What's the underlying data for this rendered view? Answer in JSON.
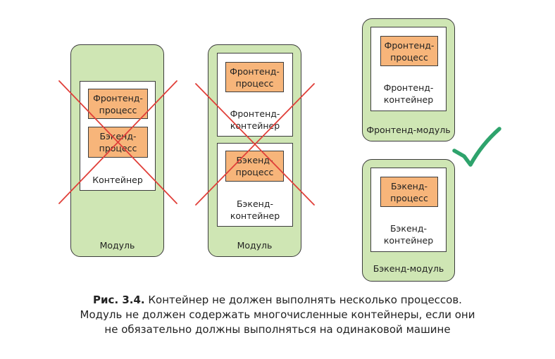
{
  "colors": {
    "pod_fill": "#cfe6b4",
    "process_fill": "#f7b57a",
    "cross": "#e0403a",
    "check": "#2ea36c"
  },
  "left_pod": {
    "frontend_process": "Фронтенд-\nпроцесс",
    "backend_process": "Бэкенд-\nпроцесс",
    "container_label": "Контейнер",
    "pod_label": "Модуль",
    "status": "cross-icon"
  },
  "middle_pod": {
    "frontend_process": "Фронтенд-\nпроцесс",
    "frontend_container_label": "Фронтенд-\nконтейнер",
    "backend_process": "Бэкенд-\nпроцесс",
    "backend_container_label": "Бэкенд-\nконтейнер",
    "pod_label": "Модуль",
    "status": "cross-icon"
  },
  "right_pods": {
    "frontend": {
      "process": "Фронтенд-\nпроцесс",
      "container_label": "Фронтенд-\nконтейнер",
      "pod_label": "Фронтенд-модуль"
    },
    "backend": {
      "process": "Бэкенд-\nпроцесс",
      "container_label": "Бэкенд-\nконтейнер",
      "pod_label": "Бэкенд-модуль"
    },
    "status": "check-icon"
  },
  "caption": {
    "prefix": "Рис. 3.4.",
    "line1": " Контейнер не должен выполнять несколько процессов.",
    "line2": "Модуль не должен содержать многочисленные контейнеры, если они",
    "line3": "не обязательно должны выполняться на одинаковой машине"
  }
}
